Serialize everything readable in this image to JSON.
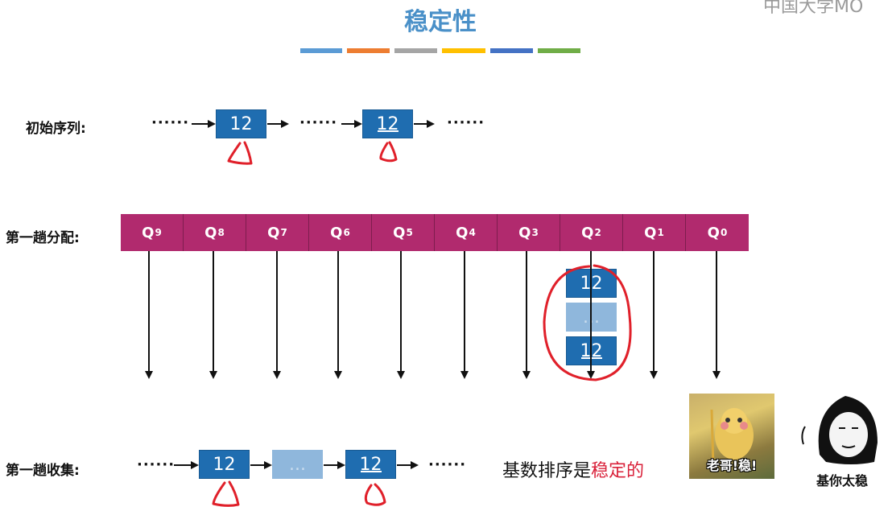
{
  "title": "稳定性",
  "stripe_colors": [
    "#5b9bd5",
    "#ed7d31",
    "#a5a5a5",
    "#ffc000",
    "#4472c4",
    "#70ad47"
  ],
  "watermark": "中国大学MO",
  "rows": {
    "initial_label": "初始序列:",
    "distribute_label": "第一趟分配:",
    "collect_label": "第一趟收集:"
  },
  "ellipsis": "······",
  "element_value": "12",
  "faded_dots": "...",
  "queues": [
    {
      "name": "Q",
      "index": "9"
    },
    {
      "name": "Q",
      "index": "8"
    },
    {
      "name": "Q",
      "index": "7"
    },
    {
      "name": "Q",
      "index": "6"
    },
    {
      "name": "Q",
      "index": "5"
    },
    {
      "name": "Q",
      "index": "4"
    },
    {
      "name": "Q",
      "index": "3"
    },
    {
      "name": "Q",
      "index": "2"
    },
    {
      "name": "Q",
      "index": "1"
    },
    {
      "name": "Q",
      "index": "0"
    }
  ],
  "conclusion": {
    "prefix": "基数排序是",
    "highlight": "稳定的"
  },
  "memes": {
    "meme1_text": "老哥!稳!",
    "meme2_caption": "基你太稳"
  },
  "colors": {
    "box": "#1f6db0",
    "queue": "#b12a6e",
    "annotation": "#e0202a",
    "title": "#4a90c8"
  }
}
